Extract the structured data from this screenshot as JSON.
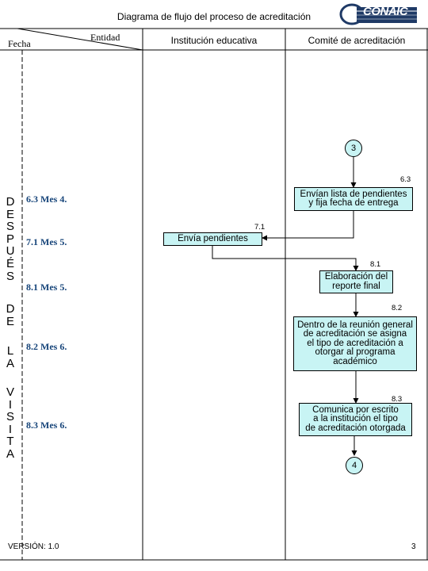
{
  "title": "Diagrama de flujo del proceso de acreditación",
  "logo": {
    "name": "logo-conaic",
    "text": "CONAIC"
  },
  "header": {
    "fecha": "Fecha",
    "entidad": "Entidad",
    "columns": [
      "Institución educativa",
      "Comité de acreditación"
    ]
  },
  "side_label": {
    "word1": [
      "D",
      "E",
      "S",
      "P",
      "U",
      "É",
      "S"
    ],
    "word2": [
      "D",
      "E"
    ],
    "word3": [
      "L",
      "A"
    ],
    "word4": [
      "V",
      "I",
      "S",
      "I",
      "T",
      "A"
    ]
  },
  "dates": [
    "6.3 Mes 4.",
    "7.1 Mes 5.",
    "8.1 Mes 5.",
    "8.2 Mes 6.",
    "8.3 Mes 6."
  ],
  "connectors": {
    "start": "3",
    "end": "4"
  },
  "steps": [
    {
      "num": "6.3",
      "lines": [
        "Envían lista de pendientes",
        "y fija fecha de entrega"
      ]
    },
    {
      "num": "7.1",
      "lines": [
        "Envía pendientes"
      ]
    },
    {
      "num": "8.1",
      "lines": [
        "Elaboración del",
        "reporte final"
      ]
    },
    {
      "num": "8.2",
      "lines": [
        "Dentro de la reunión general",
        "de acreditación se asigna",
        "el tipo de acreditación a",
        "otorgar al programa",
        "académico"
      ]
    },
    {
      "num": "8.3",
      "lines": [
        "Comunica por escrito",
        "a la institución el tipo",
        "de acreditación otorgada"
      ]
    }
  ],
  "footer": {
    "version": "VERSIÓN: 1.0",
    "page": "3"
  },
  "colors": {
    "box_fill": "#c8f4f4",
    "date_text": "#17457a",
    "grid": "#000000",
    "dashed": "#000000",
    "logo_bg": "#1f3a66"
  }
}
